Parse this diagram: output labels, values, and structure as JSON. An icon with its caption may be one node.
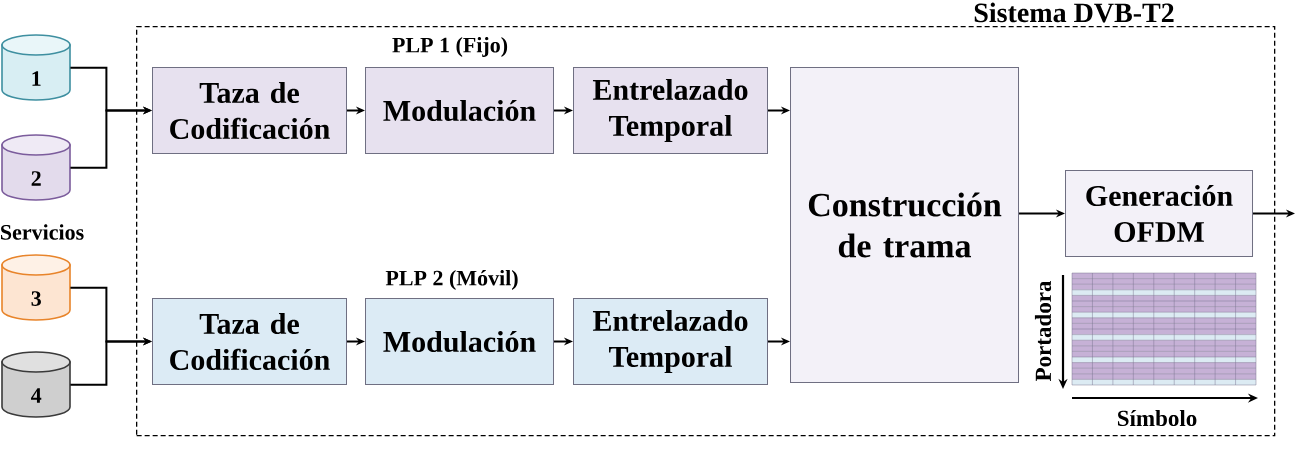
{
  "diagram": {
    "nodes": [
      {
        "text": [
          "Sistema DVB-T2"
        ]
      },
      {
        "text": [
          "1"
        ]
      },
      {
        "text": [
          "2"
        ]
      },
      {
        "text": [
          "3"
        ]
      },
      {
        "text": [
          "4"
        ]
      },
      {
        "text": [
          "Taza de Codificación"
        ],
        "in": 0
      },
      {
        "text": [
          "Modulación"
        ],
        "in": 0
      },
      {
        "text": [
          "Entrelazado Temporal"
        ],
        "in": 0
      },
      {
        "text": [
          "Taza de Codificación"
        ],
        "in": 0
      },
      {
        "text": [
          "Modulación"
        ],
        "in": 0
      },
      {
        "text": [
          "Entrelazado Temporal"
        ],
        "in": 0
      },
      {
        "text": [
          "Construcción de trama"
        ],
        "in": 0
      },
      {
        "text": [
          "Generación OFDM"
        ],
        "in": 0
      }
    ],
    "edges": [
      {
        "from": 1,
        "to": 5,
        "arrow": "to"
      },
      {
        "from": 2,
        "to": 5,
        "arrow": "to"
      },
      {
        "from": 5,
        "to": 6,
        "arrow": "to"
      },
      {
        "from": 6,
        "to": 7,
        "arrow": "to"
      },
      {
        "from": 7,
        "to": 11,
        "arrow": "to"
      },
      {
        "from": 3,
        "to": 8,
        "arrow": "to"
      },
      {
        "from": 4,
        "to": 8,
        "arrow": "to"
      },
      {
        "from": 8,
        "to": 9,
        "arrow": "to"
      },
      {
        "from": 9,
        "to": 10,
        "arrow": "to"
      },
      {
        "from": 10,
        "to": 11,
        "arrow": "to"
      },
      {
        "from": 11,
        "to": 12,
        "arrow": "to"
      },
      {
        "from": 12,
        "to": null,
        "arrow": "to"
      }
    ],
    "labels": [
      "PLP 1 (Fijo)",
      "Servicios",
      "PLP 2 (Móvil)",
      "Portadora",
      "Símbolo"
    ]
  }
}
